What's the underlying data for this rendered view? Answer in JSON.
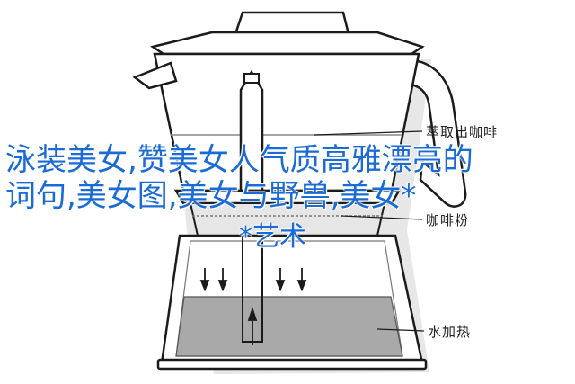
{
  "diagram": {
    "labels": {
      "coffee": "萃取出咖啡",
      "powder": "咖啡粉",
      "water": "水加热"
    }
  },
  "title": {
    "line1": "泳装美女,赞美女人气质高雅漂亮的",
    "line2": "词句,美女图,美女与野兽,美女*",
    "line3": "*艺术"
  },
  "colors": {
    "title_text": "#1a6bd6",
    "water_fill": "#a9a9a9",
    "powder_fill": "#e6e6e6",
    "outline": "#1b1b1b"
  }
}
